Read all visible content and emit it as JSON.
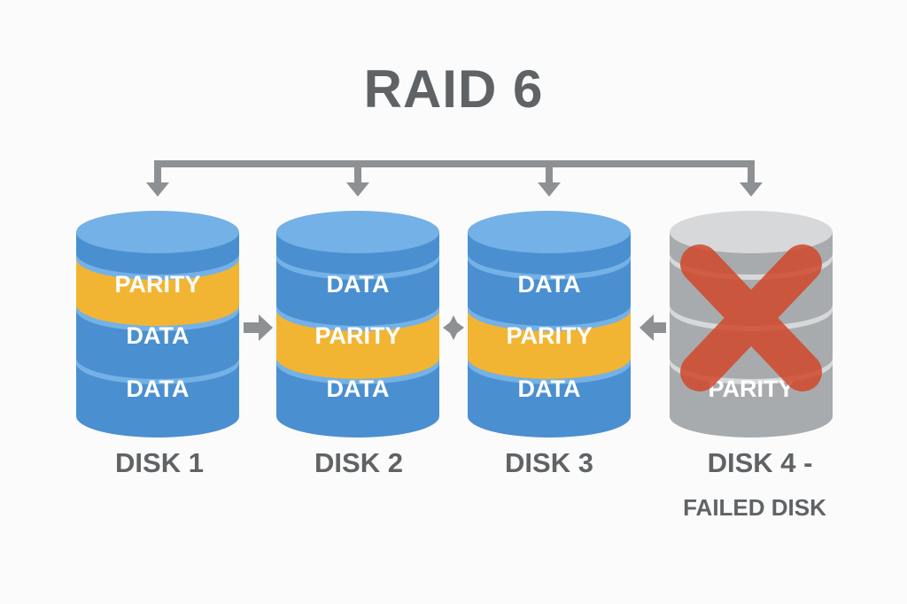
{
  "title": "RAID 6",
  "colors": {
    "data_blue": "#4a8fd0",
    "data_blue_light": "#74b1e6",
    "parity_yellow": "#f2b533",
    "failed_gray": "#a8abad",
    "failed_gray_light": "#d6d8da",
    "fail_x_red": "#d0482a",
    "arrow_gray": "#8e9193",
    "text_gray": "#5f6366",
    "band_text": "#ffffff"
  },
  "disks": [
    {
      "label": "DISK 1",
      "sublabel": "",
      "failed": false,
      "bands": [
        {
          "type": "parity",
          "text": "PARITY"
        },
        {
          "type": "data",
          "text": "DATA"
        },
        {
          "type": "data",
          "text": "DATA"
        }
      ]
    },
    {
      "label": "DISK 2",
      "sublabel": "",
      "failed": false,
      "bands": [
        {
          "type": "data",
          "text": "DATA"
        },
        {
          "type": "parity",
          "text": "PARITY"
        },
        {
          "type": "data",
          "text": "DATA"
        }
      ]
    },
    {
      "label": "DISK 3",
      "sublabel": "",
      "failed": false,
      "bands": [
        {
          "type": "data",
          "text": "DATA"
        },
        {
          "type": "parity",
          "text": "PARITY"
        },
        {
          "type": "data",
          "text": "DATA"
        }
      ]
    },
    {
      "label": "DISK 4 -",
      "sublabel": "FAILED DISK",
      "failed": true,
      "bands": [
        {
          "type": "failed",
          "text": ""
        },
        {
          "type": "failed",
          "text": ""
        },
        {
          "type": "failed",
          "text": "PARITY"
        }
      ]
    }
  ],
  "connectors": {
    "top_bus": "distributes to all disks",
    "between_disks": [
      "arrow-right",
      "arrow-diamond",
      "arrow-left"
    ]
  }
}
